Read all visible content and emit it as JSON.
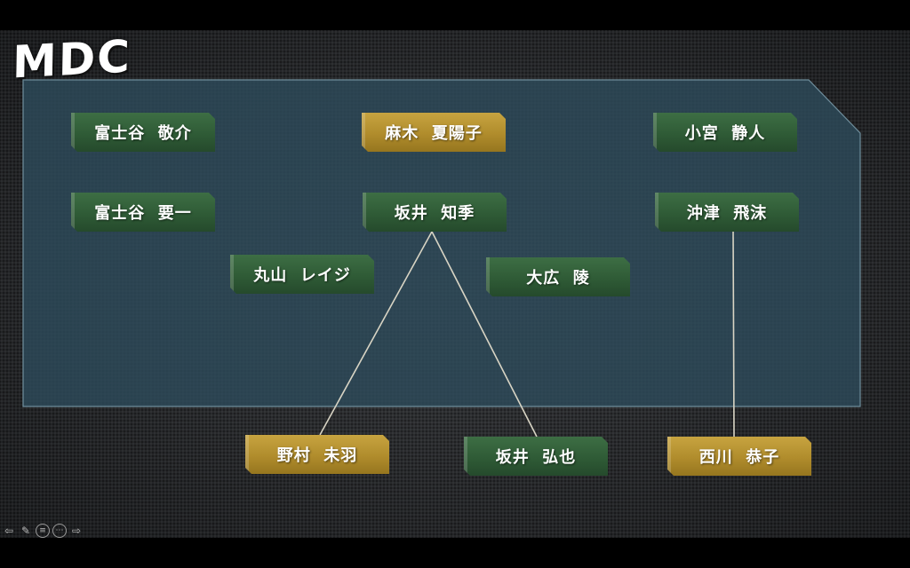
{
  "logo": "MDC",
  "colors": {
    "panel_fill": "#2d4a5a",
    "panel_border": "#6f8e9c",
    "node_green": "#2f5b36",
    "node_gold": "#b08c2c",
    "connector": "#d8d4c4"
  },
  "nodes": [
    {
      "id": "n1",
      "label": "富士谷  敬介",
      "color": "green"
    },
    {
      "id": "n2",
      "label": "麻木  夏陽子",
      "color": "gold"
    },
    {
      "id": "n3",
      "label": "小宮  静人",
      "color": "green"
    },
    {
      "id": "n4",
      "label": "富士谷  要一",
      "color": "green"
    },
    {
      "id": "n5",
      "label": "坂井  知季",
      "color": "green"
    },
    {
      "id": "n6",
      "label": "沖津  飛沫",
      "color": "green"
    },
    {
      "id": "n7",
      "label": "丸山  レイジ",
      "color": "green"
    },
    {
      "id": "n8",
      "label": "大広  陵",
      "color": "green"
    },
    {
      "id": "n9",
      "label": "野村  未羽",
      "color": "gold"
    },
    {
      "id": "n10",
      "label": "坂井  弘也",
      "color": "green"
    },
    {
      "id": "n11",
      "label": "西川  恭子",
      "color": "gold"
    }
  ],
  "connections": [
    {
      "from": "n5",
      "to": "n9"
    },
    {
      "from": "n5",
      "to": "n10"
    },
    {
      "from": "n6",
      "to": "n11"
    }
  ],
  "toolbar": [
    {
      "icon": "arrow-left-icon"
    },
    {
      "icon": "pen-icon"
    },
    {
      "icon": "menu-circle-icon"
    },
    {
      "icon": "more-circle-icon"
    },
    {
      "icon": "arrow-right-icon"
    }
  ]
}
